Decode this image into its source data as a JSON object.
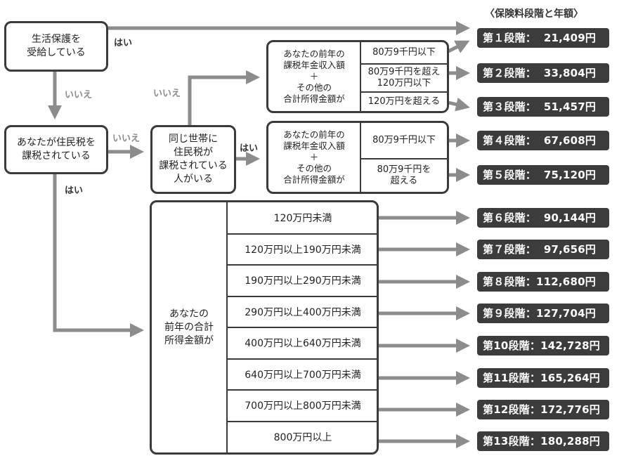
{
  "title": "〈保険料段階と年額〉",
  "nodes": {
    "welfare": "生活保護を\n受給している",
    "resident_tax": "あなたが住民税を\n課税されている",
    "household": "同じ世帯に\n住民税が\n課税されている\n人がいる",
    "income_top": "あなたの前年の\n課税年金収入額\n＋\nその他の\n合計所得金額が",
    "income_mid": "あなたの前年の\n課税年金収入額\n＋\nその他の\n合計所得金額が",
    "income_big": "あなたの\n前年の合計\n所得金額が"
  },
  "edge_labels": {
    "welfare_yes": "はい",
    "welfare_no": "いいえ",
    "resident_no": "いいえ",
    "resident_yes": "はい",
    "household_no": "いいえ",
    "household_yes": "はい"
  },
  "top_conditions": [
    "80万9千円以下",
    "80万9千円を超え\n120万円以下",
    "120万円を超える"
  ],
  "mid_conditions": [
    "80万9千円以下",
    "80万9千円を\n超える"
  ],
  "income_brackets": [
    "120万円未満",
    "120万円以上190万円未満",
    "190万円以上290万円未満",
    "290万円以上400万円未満",
    "400万円以上640万円未満",
    "640万円以上700万円未満",
    "700万円以上800万円未満",
    "800万円以上"
  ],
  "stages": [
    "第１段階：  21,409円",
    "第２段階：  33,804円",
    "第３段階：  51,457円",
    "第４段階：  67,608円",
    "第５段階：  75,120円",
    "第６段階：  90,144円",
    "第７段階：  97,656円",
    "第８段階：112,680円",
    "第９段階：127,704円",
    "第10段階：142,728円",
    "第11段階：165,264円",
    "第12段階：172,776円",
    "第13段階：180,288円"
  ],
  "colors": {
    "arrow": "#8c8c8c",
    "pill": "#3c3c3c",
    "border": "#3a3a3a"
  }
}
